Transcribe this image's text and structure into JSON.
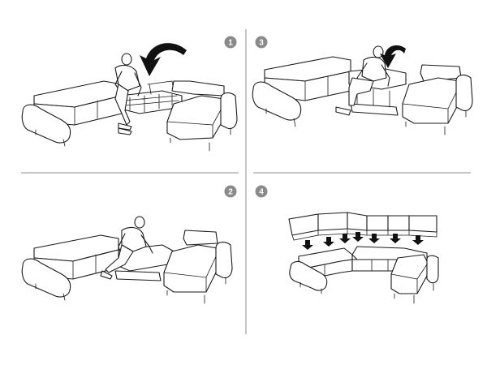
{
  "steps": [
    {
      "number": "1"
    },
    {
      "number": "3"
    },
    {
      "number": "2"
    },
    {
      "number": "4"
    }
  ],
  "colors": {
    "badge": "#8a8a8a",
    "line": "#1a1a1a",
    "divider": "#8c8c8c",
    "arrow": "#111111"
  }
}
